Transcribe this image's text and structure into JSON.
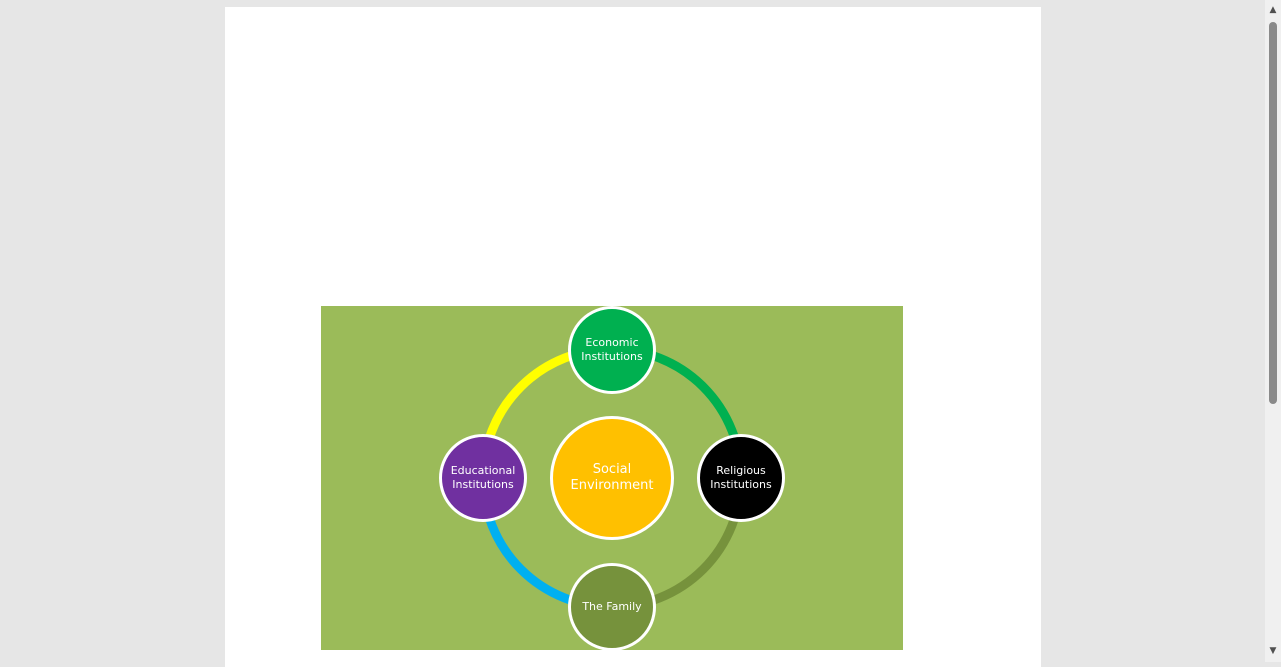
{
  "diagram": {
    "background_color": "#9bbb59",
    "center": {
      "label": "Social Environment",
      "color": "#ffc000"
    },
    "nodes": {
      "top": {
        "label": "Economic\nInstitutions",
        "color": "#00b050"
      },
      "right": {
        "label": "Religious\nInstitutions",
        "color": "#000000"
      },
      "bottom": {
        "label": "The Family",
        "color": "#76923c"
      },
      "left": {
        "label": "Educational\nInstitutions",
        "color": "#7030a0"
      }
    },
    "arcs": {
      "top_right": "#00b050",
      "right_bottom": "#76923c",
      "bottom_left": "#00b0f0",
      "left_top": "#ffff00"
    }
  },
  "scrollbar": {
    "up_icon": "▲",
    "down_icon": "▼"
  }
}
